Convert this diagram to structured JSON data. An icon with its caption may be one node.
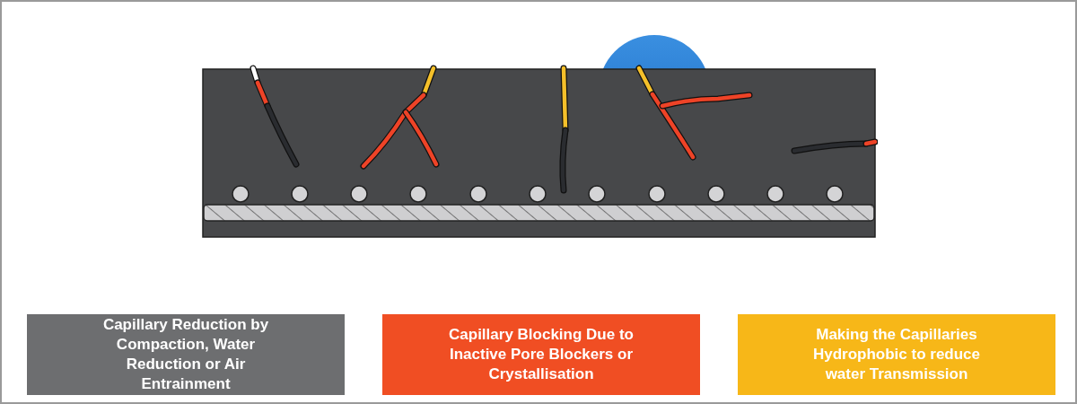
{
  "diagram": {
    "nodes": [
      {
        "text": [
          "Capillary Reduction by Compaction, Water Reduction or Air Entrainment"
        ]
      },
      {
        "text": [
          "Capillary Blocking Due to Inactive Pore Blockers or Crystallisation"
        ]
      },
      {
        "text": [
          "Making the Capillaries Hydrophobic to reduce water Transmission"
        ]
      }
    ],
    "edges": []
  }
}
